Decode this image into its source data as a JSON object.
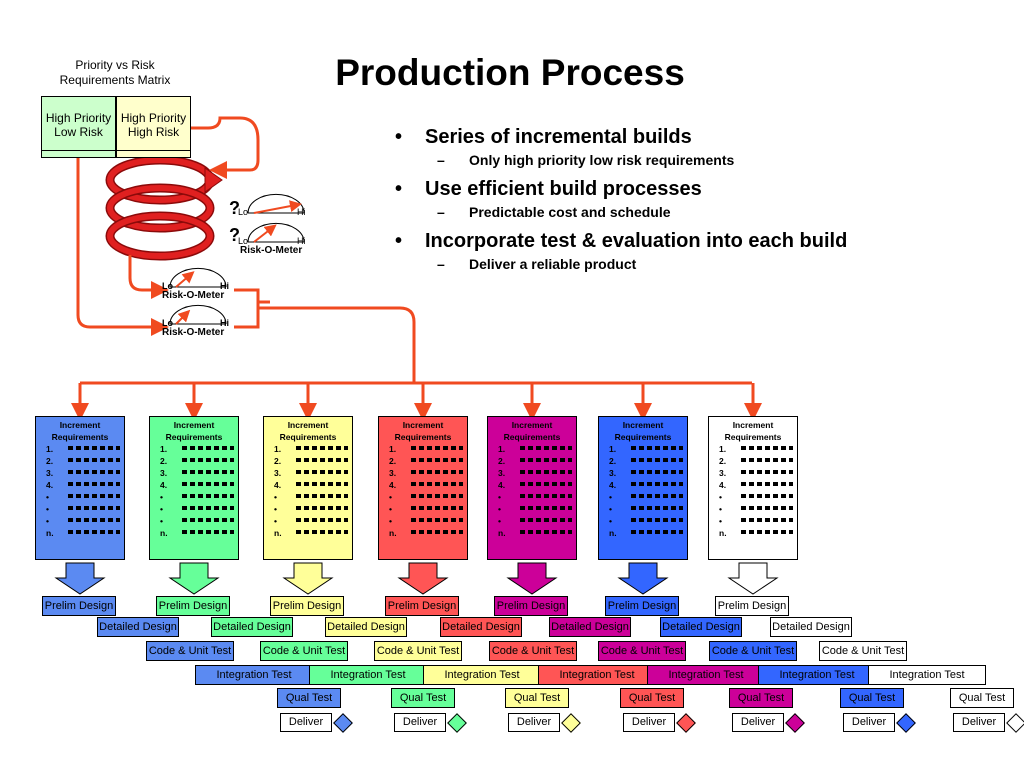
{
  "title": "Production Process",
  "matrix": {
    "title_line1": "Priority vs Risk",
    "title_line2": "Requirements Matrix",
    "cells": [
      {
        "line1": "High Priority",
        "line2": "Low Risk",
        "color": "#ccffcc"
      },
      {
        "line1": "High Priority",
        "line2": "High Risk",
        "color": "#ffffcc"
      }
    ]
  },
  "bullets": [
    {
      "text": "Series of incremental builds",
      "sub": "Only high priority low risk requirements"
    },
    {
      "text": "Use efficient build processes",
      "sub": "Predictable cost and schedule"
    },
    {
      "text": "Incorporate test & evaluation into each build",
      "sub": "Deliver a reliable product"
    }
  ],
  "meters": {
    "lo": "Lo",
    "hi": "Hi",
    "label": "Risk-O-Meter",
    "question": "?"
  },
  "colors": {
    "arrow": "#f04a20",
    "increments": [
      "#5b8af2",
      "#66ff99",
      "#ffff99",
      "#ff5555",
      "#cc0099",
      "#3366ff",
      "#ffffff"
    ]
  },
  "increments": {
    "title_line1": "Increment",
    "title_line2": "Requirements",
    "row_labels": [
      "1.",
      "2.",
      "3.",
      "4.",
      "•",
      "•",
      "•",
      "n."
    ]
  },
  "stages": {
    "prelim": "Prelim Design",
    "detailed": "Detailed Design",
    "code": "Code & Unit Test",
    "integration": "Integration Test",
    "qual": "Qual Test",
    "deliver": "Deliver"
  }
}
